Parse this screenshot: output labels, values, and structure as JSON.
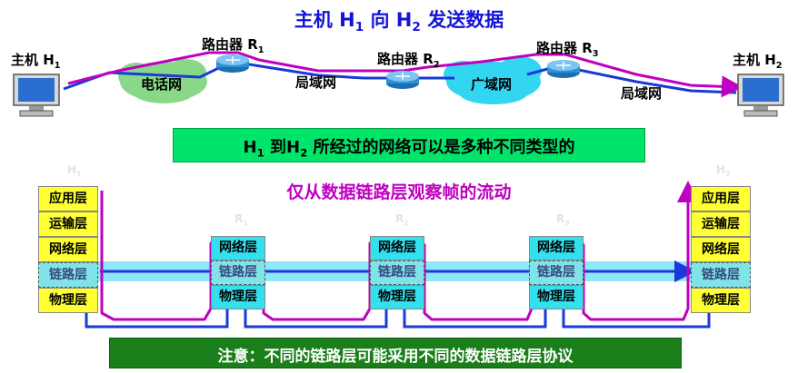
{
  "title": {
    "pre": "主机 H",
    "s1": "1",
    "mid": " 向 H",
    "s2": "2",
    "post": " 发送数据"
  },
  "host_left": {
    "text": "主机 H",
    "sub": "1"
  },
  "host_right": {
    "text": "主机 H",
    "sub": "2"
  },
  "routers": [
    {
      "text": "路由器 R",
      "sub": "1"
    },
    {
      "text": "路由器 R",
      "sub": "2"
    },
    {
      "text": "路由器 R",
      "sub": "3"
    }
  ],
  "networks": {
    "phone_net": "电话网",
    "lan1": "局域网",
    "wan": "广域网",
    "lan2": "局域网"
  },
  "green_note": {
    "h1": "H",
    "s1": "1",
    "mid": " 到H",
    "s2": "2",
    "post": " 所经过的网络可以是多种不同类型的"
  },
  "subtitle": "仅从数据链路层观察帧的流动",
  "faint_labels": {
    "h1": {
      "text": "H",
      "sub": "1"
    },
    "h2": {
      "text": "H",
      "sub": "2"
    },
    "r1": {
      "text": "R",
      "sub": "1"
    },
    "r2": {
      "text": "R",
      "sub": "2"
    },
    "r3": {
      "text": "R",
      "sub": "3"
    }
  },
  "host_layers": [
    "应用层",
    "运输层",
    "网络层",
    "链路层",
    "物理层"
  ],
  "router_layers": [
    "网络层",
    "链路层",
    "物理层"
  ],
  "bottom_note": "注意：不同的链路层可能采用不同的数据链路层协议",
  "colors": {
    "title_blue": "#1414d8",
    "flow_purple": "#c000c0",
    "link_blue": "#1a3ad8",
    "host_layer_yellow": "#ffff33",
    "router_layer_cyan": "#33e0f0",
    "link_band": "#33d6f0",
    "green_box": "#00e46a",
    "note_green": "#1a7f1a",
    "cloud_green": "#88d888",
    "cloud_cyan": "#33d6f0"
  },
  "icons": [
    "computer-monitor-icon",
    "router-icon",
    "cloud-icon",
    "arrow-icon"
  ]
}
